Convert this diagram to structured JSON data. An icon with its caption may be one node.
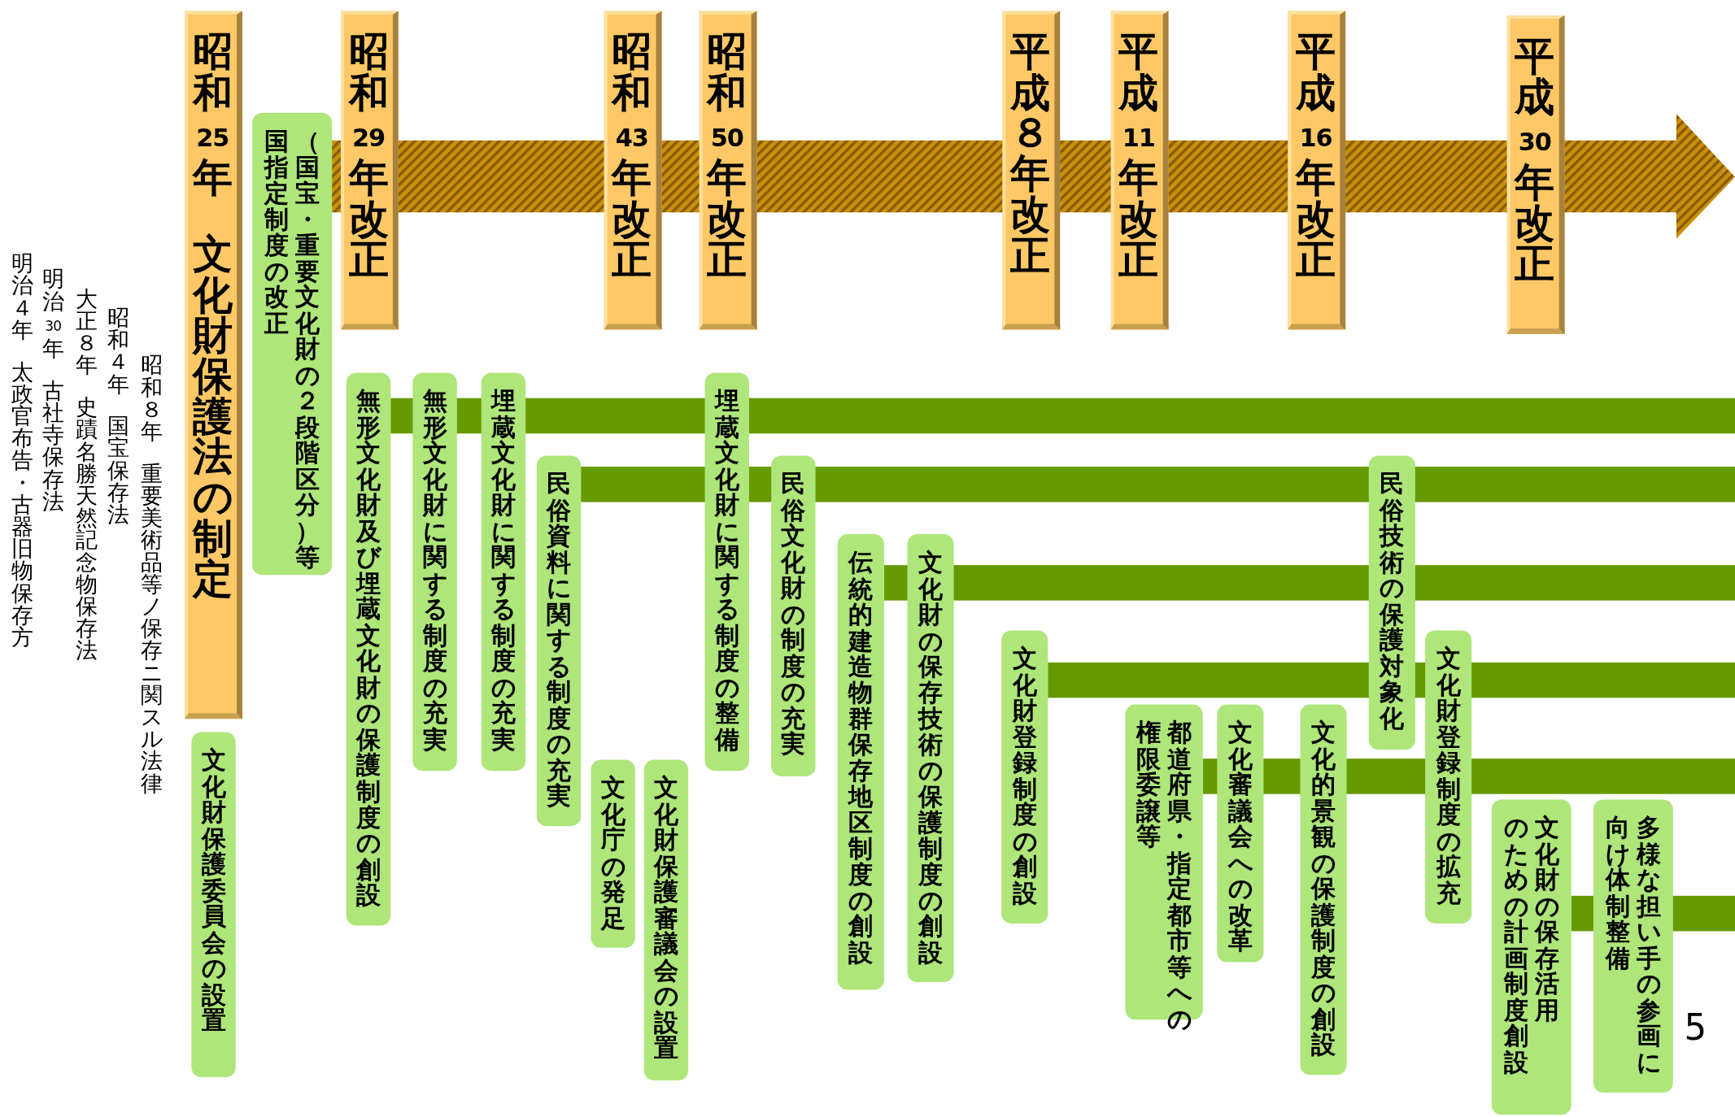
{
  "diagram": {
    "nodes": [
      {
        "text": [
          "昭和25年",
          "文化財保護法の制定"
        ]
      },
      {
        "text": [
          "文化財保護委員会の設置"
        ]
      },
      {
        "text": [
          "国指定制度の改正",
          "（国宝・重要文化財の２段階区分）等"
        ]
      },
      {
        "text": [
          "昭和29年改正"
        ]
      },
      {
        "text": [
          "無形文化財及び埋蔵文化財の保護制度の創設"
        ]
      },
      {
        "text": [
          "無形文化財に関する制度の充実"
        ]
      },
      {
        "text": [
          "埋蔵文化財に関する制度の充実"
        ]
      },
      {
        "text": [
          "民俗資料に関する制度の充実"
        ]
      },
      {
        "text": [
          "文化庁の発足"
        ]
      },
      {
        "text": [
          "昭和43年改正"
        ]
      },
      {
        "text": [
          "文化財保護審議会の設置"
        ]
      },
      {
        "text": [
          "昭和50年改正"
        ]
      },
      {
        "text": [
          "埋蔵文化財に関する制度の整備"
        ]
      },
      {
        "text": [
          "民俗文化財の制度の充実"
        ]
      },
      {
        "text": [
          "伝統的建造物群保存地区制度の創設"
        ]
      },
      {
        "text": [
          "文化財の保存技術の保護制度の創設"
        ]
      },
      {
        "text": [
          "平成８年改正"
        ]
      },
      {
        "text": [
          "文化財登録制度の創設"
        ]
      },
      {
        "text": [
          "平成11年改正"
        ]
      },
      {
        "text": [
          "都道府県・指定都市等への権限委譲等"
        ]
      },
      {
        "text": [
          "文化審議会への改革"
        ]
      },
      {
        "text": [
          "平成16年改正"
        ]
      },
      {
        "text": [
          "文化的景観の保護制度の創設"
        ]
      },
      {
        "text": [
          "民俗技術の保護対象化"
        ]
      },
      {
        "text": [
          "文化財登録制度の拡充"
        ]
      },
      {
        "text": [
          "文化財の保存活用のための計画制度創設"
        ]
      },
      {
        "text": [
          "平成30年改正"
        ]
      },
      {
        "text": [
          "多様な担い手の参画に向け体制整備"
        ]
      }
    ],
    "labels": [
      "明治４年",
      "太政官布告・古器旧物保存方",
      "明治30年",
      "古社寺保存法",
      "大正８年",
      "史蹟名勝天然記念物保存法",
      "昭和４年",
      "国宝保存法",
      "昭和８年",
      "重要美術品等ノ保存ニ関スル法律",
      "5"
    ]
  }
}
